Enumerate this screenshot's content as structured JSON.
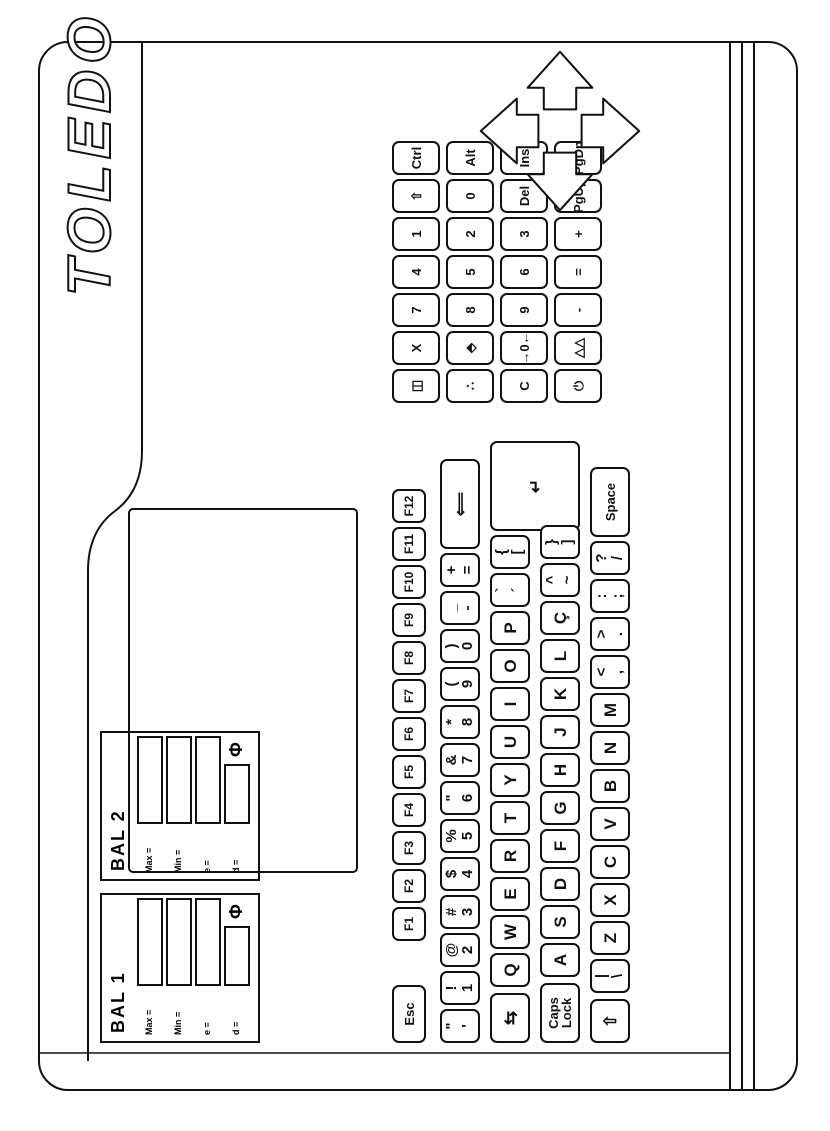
{
  "brand": "TOLEDO",
  "balances": [
    {
      "title": "BAL 1",
      "rows": [
        "Max =",
        "Min =",
        "e =",
        "d ="
      ],
      "symbol": "Φ"
    },
    {
      "title": "BAL 2",
      "rows": [
        "Max =",
        "Min =",
        "e =",
        "d ="
      ],
      "symbol": "Φ"
    }
  ],
  "function_keys": [
    "Esc",
    "F1",
    "F2",
    "F3",
    "F4",
    "F5",
    "F6",
    "F7",
    "F8",
    "F9",
    "F10",
    "F11",
    "F12"
  ],
  "number_row": [
    {
      "top": "\"",
      "bottom": "'"
    },
    {
      "top": "!",
      "bottom": "1"
    },
    {
      "top": "@",
      "bottom": "2"
    },
    {
      "top": "#",
      "bottom": "3"
    },
    {
      "top": "$",
      "bottom": "4"
    },
    {
      "top": "%",
      "bottom": "5"
    },
    {
      "top": "\"",
      "bottom": "6"
    },
    {
      "top": "&",
      "bottom": "7"
    },
    {
      "top": "*",
      "bottom": "8"
    },
    {
      "top": "(",
      "bottom": "9"
    },
    {
      "top": ")",
      "bottom": "0"
    },
    {
      "top": "_",
      "bottom": "-"
    },
    {
      "top": "+",
      "bottom": "="
    }
  ],
  "backspace_symbol": "⟸",
  "tab_symbol": "⇆",
  "qwerty_row": [
    "Q",
    "W",
    "E",
    "R",
    "T",
    "Y",
    "U",
    "I",
    "O",
    "P"
  ],
  "qwerty_extra": [
    {
      "top": "`",
      "bottom": "´"
    },
    {
      "top": "{",
      "bottom": "["
    }
  ],
  "enter_symbol": "↵",
  "caps_label": "Caps Lock",
  "home_row": [
    "A",
    "S",
    "D",
    "F",
    "G",
    "H",
    "J",
    "K",
    "L",
    "Ç"
  ],
  "home_extra": [
    {
      "top": "^",
      "bottom": "~"
    },
    {
      "top": "}",
      "bottom": "]"
    }
  ],
  "shift_symbol": "⇧",
  "bottom_row_first": {
    "top": "|",
    "bottom": "\\"
  },
  "bottom_row": [
    "Z",
    "X",
    "C",
    "V",
    "B",
    "N",
    "M"
  ],
  "bottom_extra": [
    {
      "top": "<",
      "bottom": ","
    },
    {
      "top": ">",
      "bottom": "."
    },
    {
      "top": ":",
      "bottom": ";"
    },
    {
      "top": "?",
      "bottom": "/"
    }
  ],
  "space_label": "Space",
  "numpad": [
    [
      "◫",
      "∴",
      "C",
      "⏻"
    ],
    [
      "X",
      "⬘",
      "→0←",
      "△△"
    ],
    [
      "7",
      "8",
      "9",
      "-"
    ],
    [
      "4",
      "5",
      "6",
      "="
    ],
    [
      "1",
      "2",
      "3",
      "+"
    ],
    [
      "⇧",
      "0",
      "Del",
      "PgUp"
    ],
    [
      "Ctrl",
      "Alt",
      "Ins",
      "PgDn"
    ]
  ]
}
